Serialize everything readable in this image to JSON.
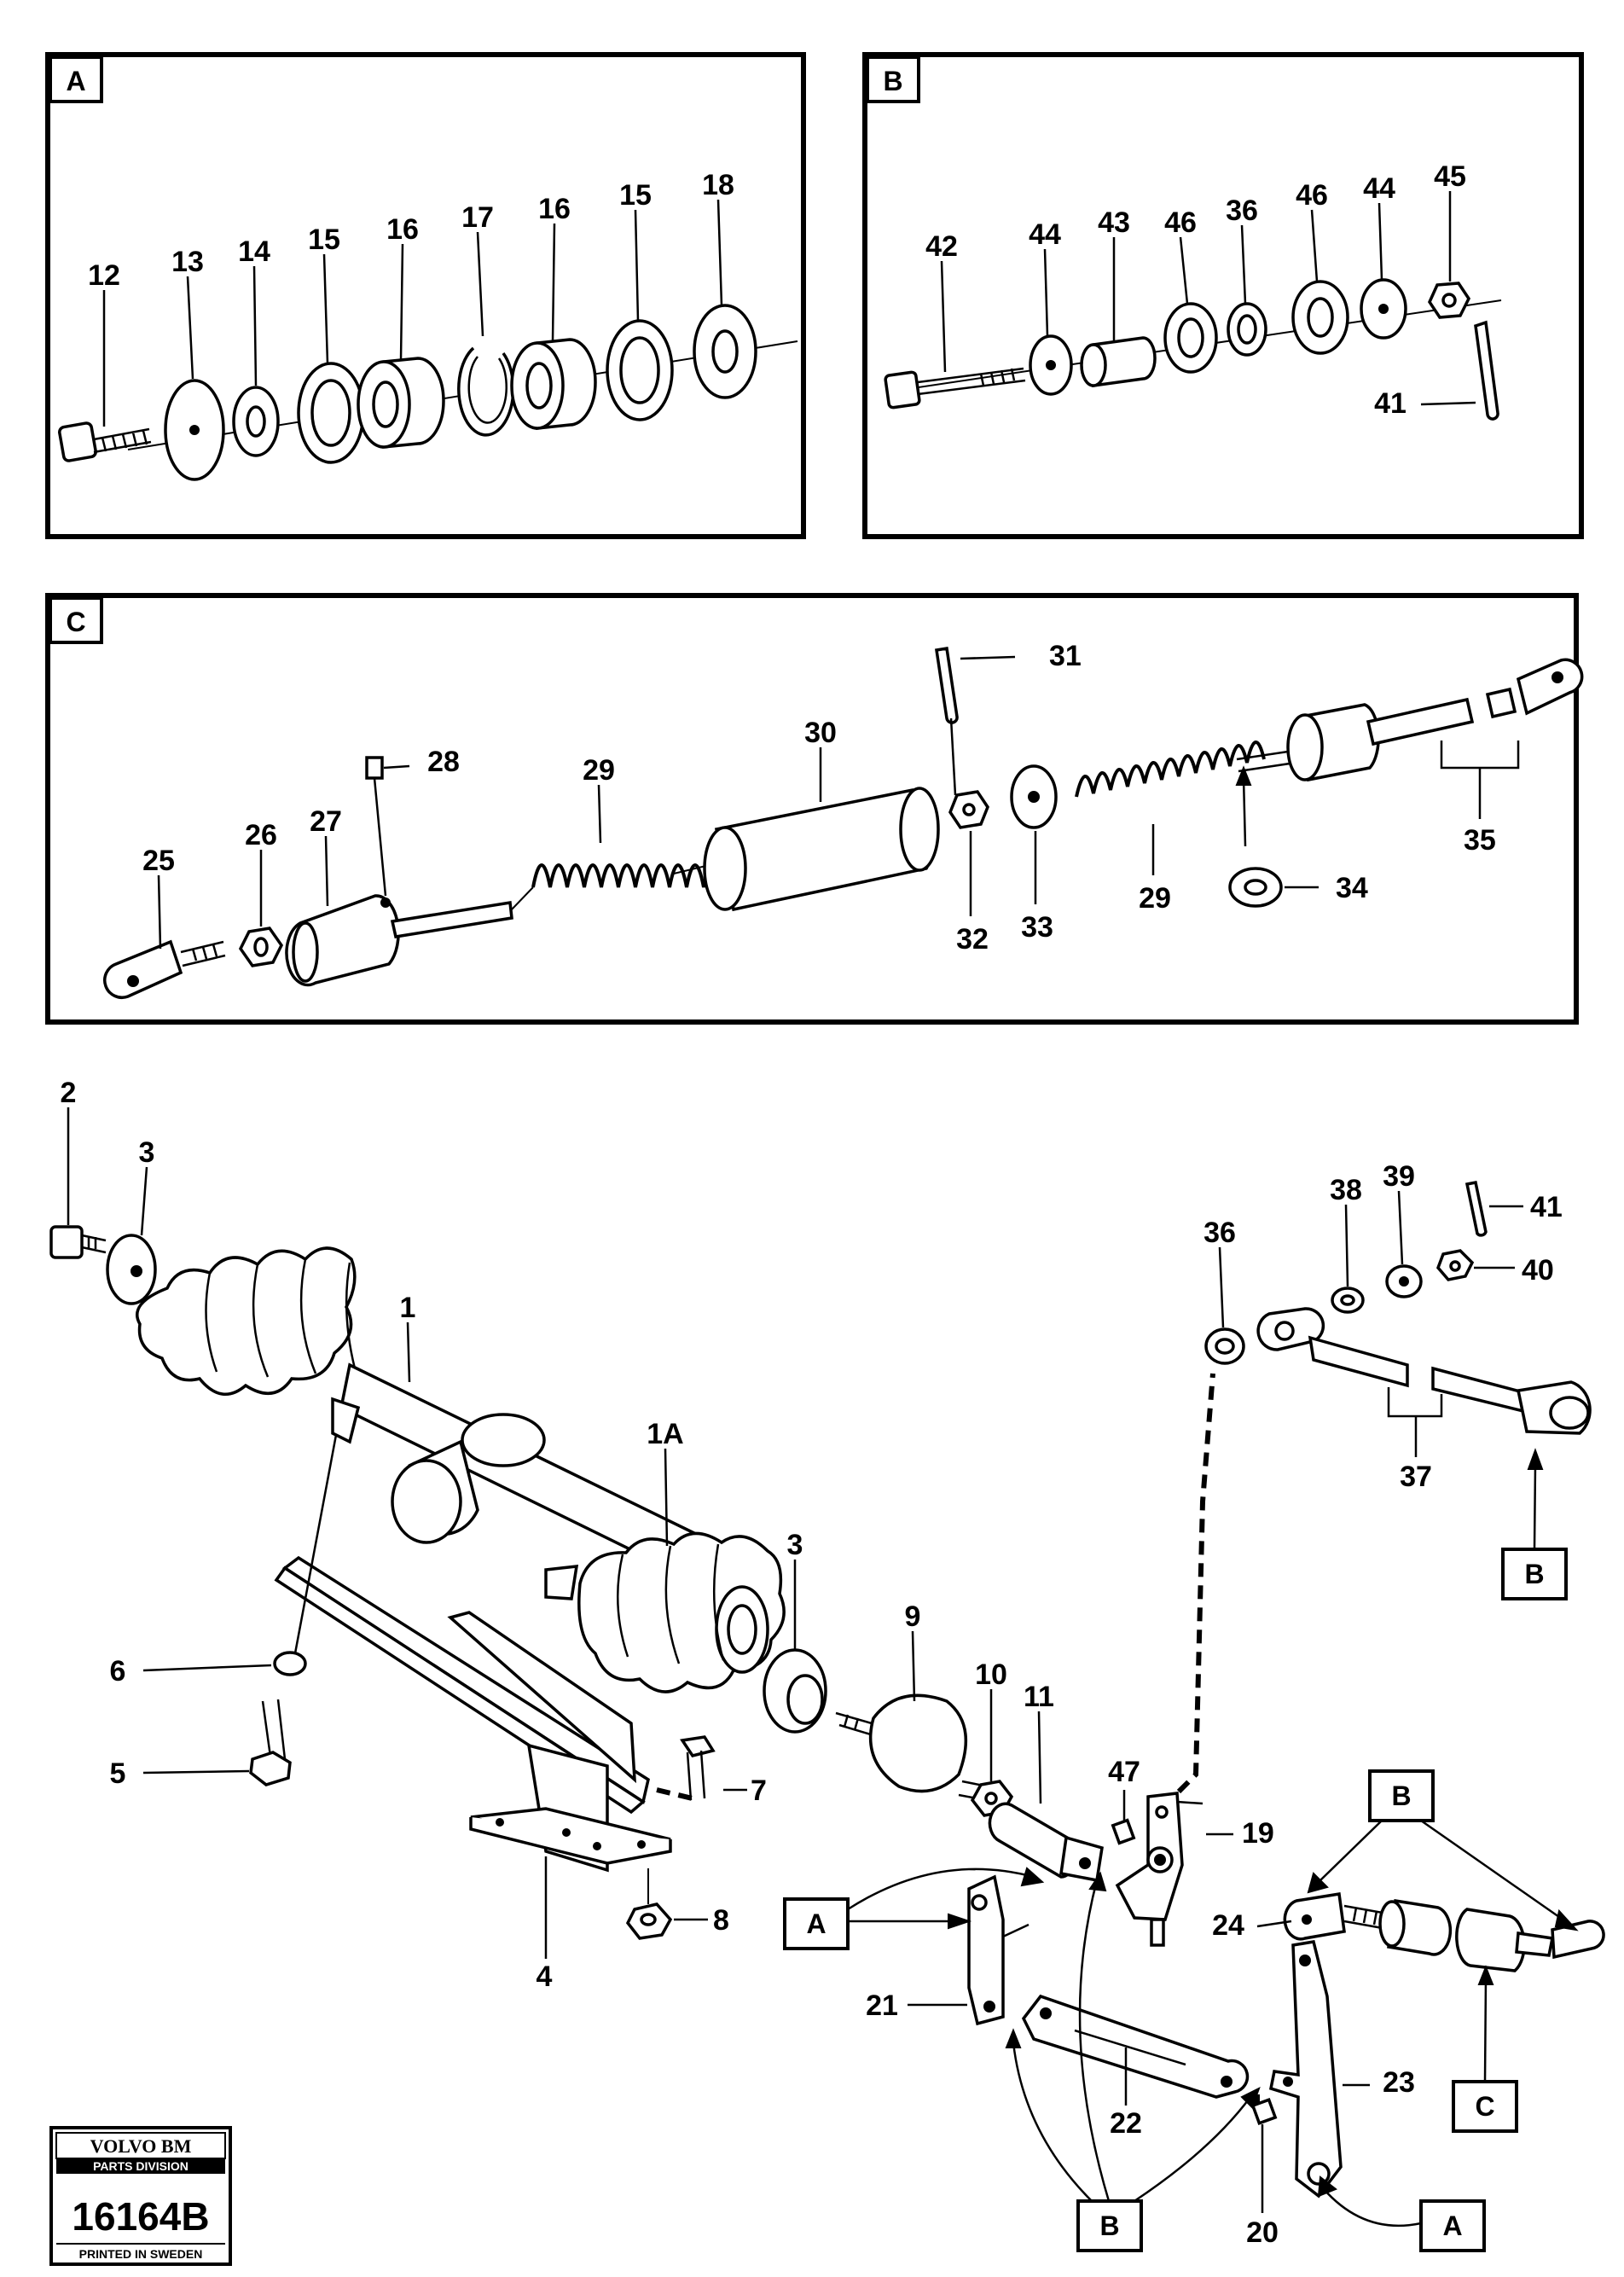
{
  "panels": {
    "A": {
      "tag": "A",
      "labels": [
        "12",
        "13",
        "14",
        "15",
        "16",
        "17",
        "16",
        "15",
        "18"
      ]
    },
    "B": {
      "tag": "B",
      "labels": [
        "42",
        "44",
        "43",
        "46",
        "36",
        "46",
        "44",
        "45",
        "41"
      ]
    },
    "C": {
      "tag": "C",
      "labels": [
        "31",
        "28",
        "29",
        "30",
        "25",
        "26",
        "27",
        "32",
        "33",
        "29",
        "34",
        "35"
      ]
    }
  },
  "main": {
    "labels": [
      "2",
      "3",
      "1",
      "1A",
      "3",
      "9",
      "10",
      "11",
      "47",
      "19",
      "6",
      "5",
      "7",
      "8",
      "4",
      "36",
      "38",
      "39",
      "41",
      "40",
      "37",
      "21",
      "22",
      "23",
      "24",
      "20"
    ],
    "callouts": [
      "B",
      "A",
      "B",
      "B",
      "C",
      "A"
    ]
  },
  "stamp": {
    "brand": "VOLVO BM",
    "division": "PARTS DIVISION",
    "number": "16164B",
    "footer": "PRINTED IN SWEDEN"
  }
}
